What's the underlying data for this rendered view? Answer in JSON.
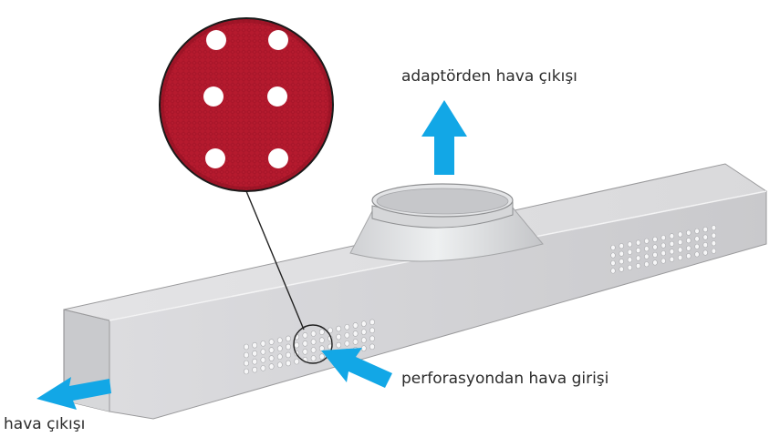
{
  "labels": {
    "adapter_outlet": "adaptörden hava çıkışı",
    "perforation_inlet": "perforasyondan hava girişi",
    "duct_outlet": "hava çıkışı"
  },
  "colors": {
    "arrow": "#12a7e6",
    "fabric": "#b51a2e",
    "duct_light": "#e9e9ea",
    "duct_mid": "#d2d2d4",
    "duct_dark": "#bdbec1",
    "outline": "#8a8a8c"
  }
}
